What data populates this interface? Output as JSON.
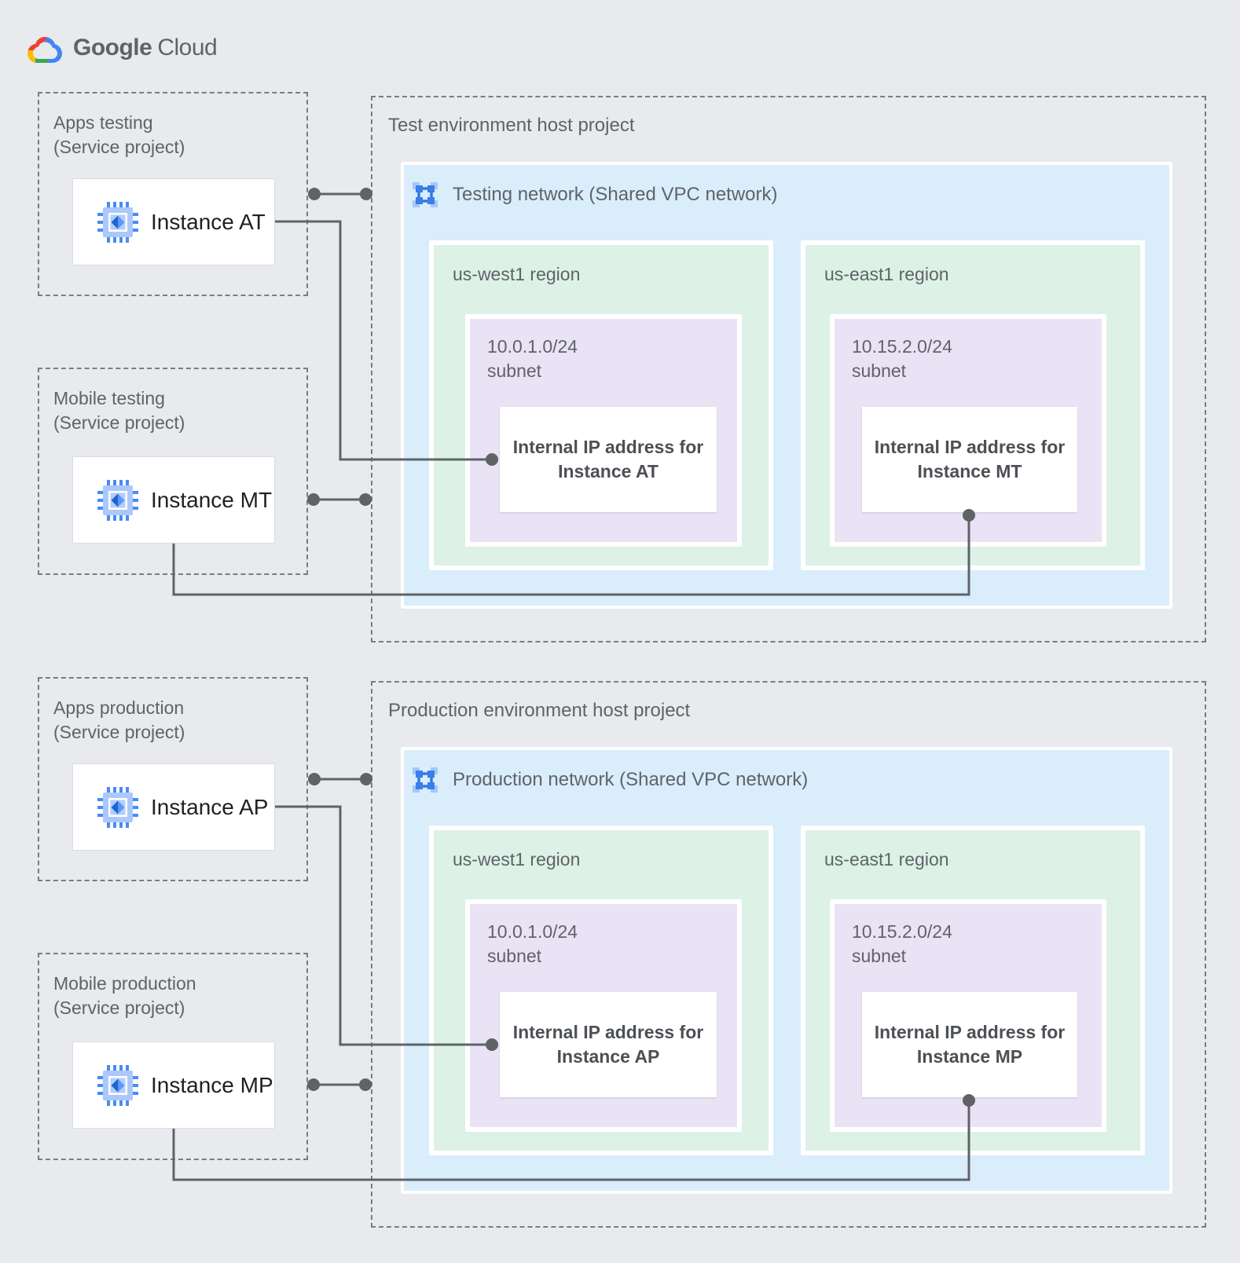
{
  "logo": {
    "brand": "Google",
    "product": "Cloud"
  },
  "colors": {
    "background": "#e8eaed",
    "network-blue": "#d9edfb",
    "region-green": "#ddf1e7",
    "subnet-purple": "#eae3f5",
    "card-white": "#ffffff",
    "dash-gray": "#797d82",
    "label-gray": "#5f6368",
    "instance-text": "#202124",
    "ip-text": "#4c5055",
    "connector": "#5f6368",
    "google-blue": "#4285f4",
    "google-red": "#ea4335",
    "google-yellow": "#fbbc04",
    "google-green": "#34a853"
  },
  "sections": [
    {
      "host": {
        "title": "Test environment host project",
        "network_label": "Testing network (Shared VPC network)",
        "regions": [
          {
            "name": "us-west1 region",
            "subnet_cidr": "10.0.1.0/24",
            "subnet_label": "subnet",
            "internal_ip": "Internal IP address for Instance AT"
          },
          {
            "name": "us-east1 region",
            "subnet_cidr": "10.15.2.0/24",
            "subnet_label": "subnet",
            "internal_ip": "Internal IP address for Instance MT"
          }
        ]
      },
      "service_projects": [
        {
          "name": "Apps testing",
          "qualifier": "(Service project)",
          "instance": "Instance AT"
        },
        {
          "name": "Mobile testing",
          "qualifier": "(Service project)",
          "instance": "Instance MT"
        }
      ]
    },
    {
      "host": {
        "title": "Production environment host project",
        "network_label": "Production network (Shared VPC network)",
        "regions": [
          {
            "name": "us-west1 region",
            "subnet_cidr": "10.0.1.0/24",
            "subnet_label": "subnet",
            "internal_ip": "Internal IP address for Instance AP"
          },
          {
            "name": "us-east1 region",
            "subnet_cidr": "10.15.2.0/24",
            "subnet_label": "subnet",
            "internal_ip": "Internal IP address for Instance MP"
          }
        ]
      },
      "service_projects": [
        {
          "name": "Apps production",
          "qualifier": "(Service project)",
          "instance": "Instance AP"
        },
        {
          "name": "Mobile production",
          "qualifier": "(Service project)",
          "instance": "Instance MP"
        }
      ]
    }
  ]
}
